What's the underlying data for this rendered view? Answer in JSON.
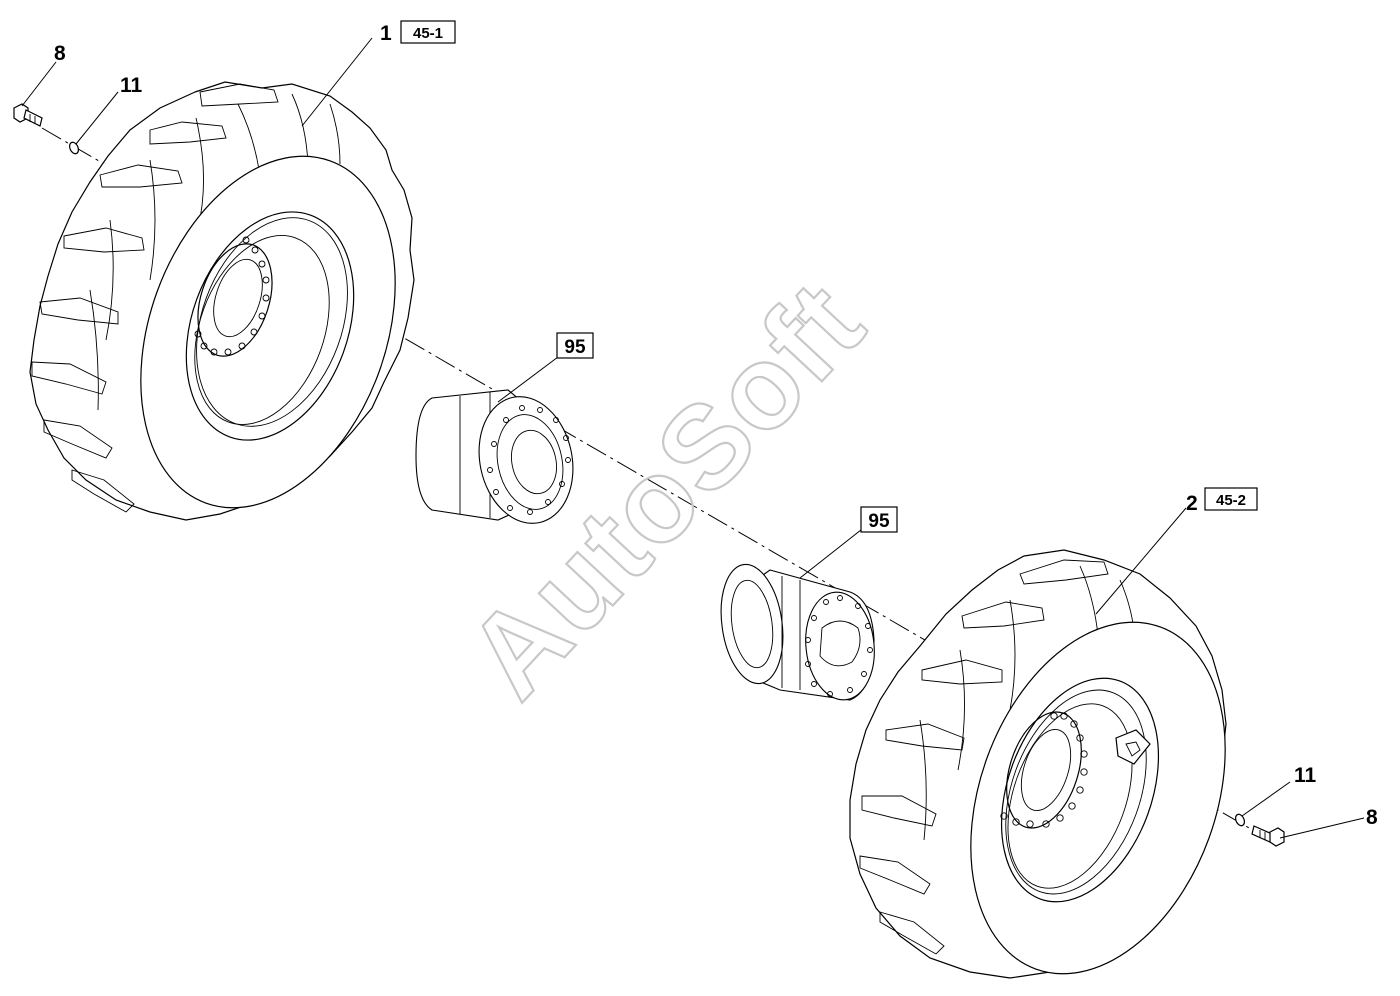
{
  "watermark": {
    "text": "AutoSoft",
    "color": "#c8c8c8"
  },
  "callouts": {
    "bolt_left": "8",
    "washer_left": "11",
    "wheel_left": "1",
    "wheel_left_ref": "45-1",
    "hub_left": "95",
    "hub_right": "95",
    "wheel_right": "2",
    "wheel_right_ref": "45-2",
    "washer_right": "11",
    "bolt_right": "8"
  }
}
